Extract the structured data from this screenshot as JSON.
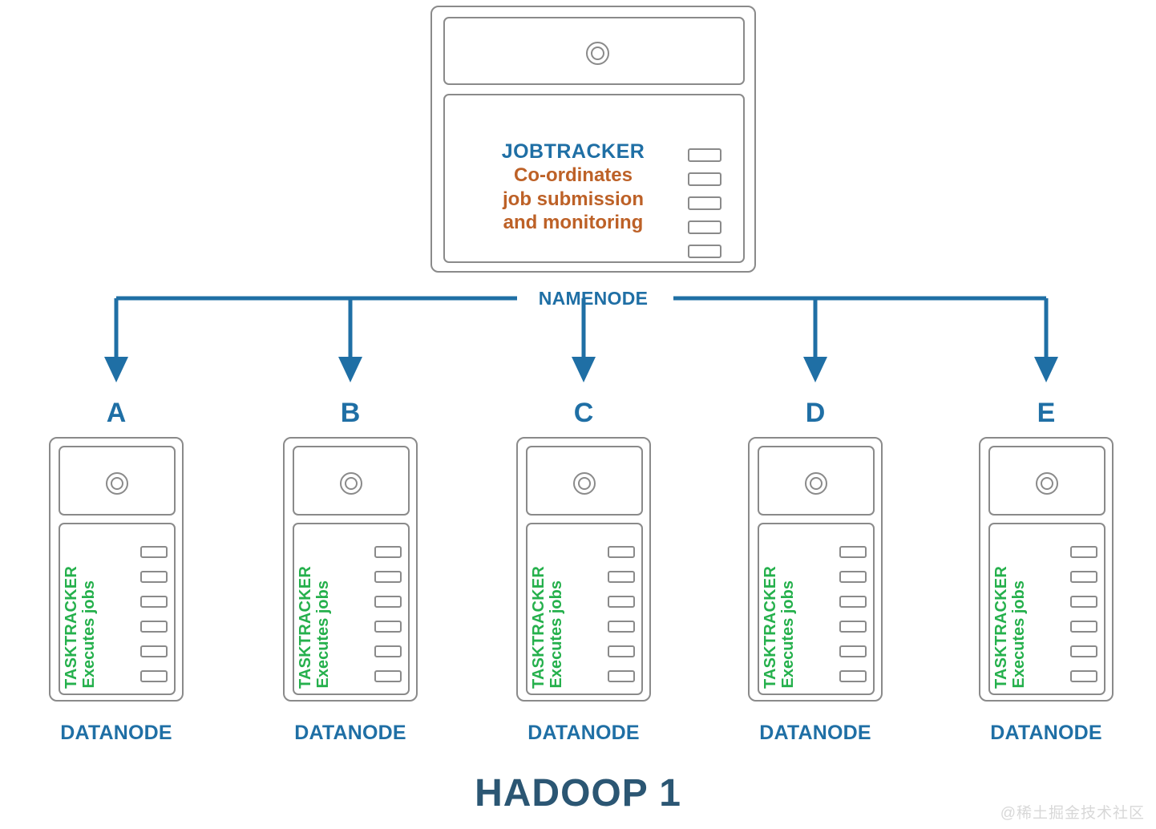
{
  "diagram": {
    "title": "HADOOP 1",
    "watermark": "@稀土掘金技术社区",
    "colors": {
      "blue": "#1f6fa5",
      "orange": "#bd6127",
      "green": "#25b04c",
      "title_blue": "#2b5673",
      "outline_gray": "#8a8a8a",
      "watermark_gray": "#d8d8d8"
    }
  },
  "master": {
    "role_label": "JOBTRACKER",
    "description_lines": [
      "Co-ordinates",
      "job submission",
      "and monitoring"
    ],
    "slot_count": 5,
    "power_icon": "power-button-icon"
  },
  "connector": {
    "label": "NAMENODE",
    "arrow_count": 5
  },
  "workers": [
    {
      "letter": "A",
      "role_label": "TASKTRACKER",
      "role_detail": "Executes jobs",
      "node_label": "DATANODE",
      "slot_count": 6
    },
    {
      "letter": "B",
      "role_label": "TASKTRACKER",
      "role_detail": "Executes jobs",
      "node_label": "DATANODE",
      "slot_count": 6
    },
    {
      "letter": "C",
      "role_label": "TASKTRACKER",
      "role_detail": "Executes jobs",
      "node_label": "DATANODE",
      "slot_count": 6
    },
    {
      "letter": "D",
      "role_label": "TASKTRACKER",
      "role_detail": "Executes jobs",
      "node_label": "DATANODE",
      "slot_count": 6
    },
    {
      "letter": "E",
      "role_label": "TASKTRACKER",
      "role_detail": "Executes jobs",
      "node_label": "DATANODE",
      "slot_count": 6
    }
  ]
}
